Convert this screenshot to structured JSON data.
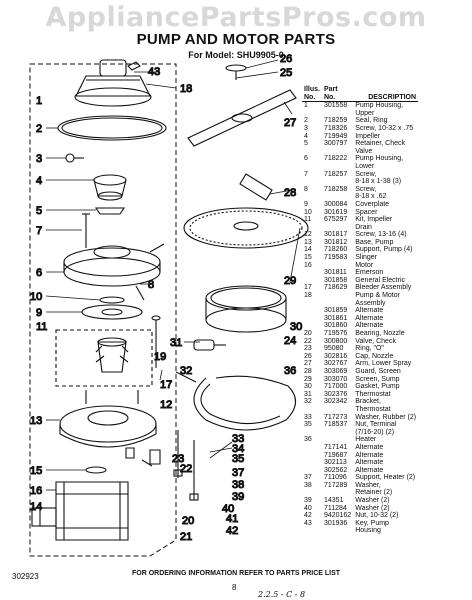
{
  "watermark": "AppliancePartsPros.com",
  "title": "PUMP AND MOTOR PARTS",
  "subtitle": "For Model: SHU9905-0",
  "callouts": [
    "1",
    "2",
    "3",
    "4",
    "5",
    "6",
    "7",
    "8",
    "9",
    "10",
    "11",
    "12",
    "13",
    "14",
    "15",
    "16",
    "17",
    "18",
    "19",
    "20",
    "21",
    "22",
    "23",
    "24",
    "25",
    "26",
    "27",
    "28",
    "29",
    "30",
    "31",
    "32",
    "33",
    "34",
    "35",
    "36",
    "37",
    "38",
    "39",
    "40",
    "41",
    "42",
    "43"
  ],
  "table": {
    "header": {
      "illus": "Illus.",
      "no": "No.",
      "part": "Part",
      "part_no": "No.",
      "desc": "DESCRIPTION"
    },
    "rows": [
      {
        "illus": "1",
        "part": "301558",
        "desc": "Pump Housing,"
      },
      {
        "illus": "",
        "part": "",
        "desc": "Upper"
      },
      {
        "illus": "2",
        "part": "718259",
        "desc": "Seal, Ring"
      },
      {
        "illus": "3",
        "part": "718326",
        "desc": "Screw, 10-32 x .75"
      },
      {
        "illus": "4",
        "part": "719949",
        "desc": "Impeller"
      },
      {
        "illus": "5",
        "part": "300797",
        "desc": "Retainer, Check"
      },
      {
        "illus": "",
        "part": "",
        "desc": "Valve"
      },
      {
        "illus": "6",
        "part": "718222",
        "desc": "Pump Housing,"
      },
      {
        "illus": "",
        "part": "",
        "desc": "Lower"
      },
      {
        "illus": "7",
        "part": "718257",
        "desc": "Screw,"
      },
      {
        "illus": "",
        "part": "",
        "desc": "8-18 x 1-38 (3)"
      },
      {
        "illus": "8",
        "part": "718258",
        "desc": "Screw,"
      },
      {
        "illus": "",
        "part": "",
        "desc": "8-18 x .62"
      },
      {
        "illus": "9",
        "part": "300084",
        "desc": "Coverplate"
      },
      {
        "illus": "10",
        "part": "301619",
        "desc": "Spacer"
      },
      {
        "illus": "11",
        "part": "675297",
        "desc": "Kit, Impeller"
      },
      {
        "illus": "",
        "part": "",
        "desc": "Drain"
      },
      {
        "illus": "12",
        "part": "301817",
        "desc": "Screw, 13-16 (4)"
      },
      {
        "illus": "13",
        "part": "301812",
        "desc": "Base, Pump"
      },
      {
        "illus": "14",
        "part": "718260",
        "desc": "Support, Pump (4)"
      },
      {
        "illus": "15",
        "part": "719583",
        "desc": "Slinger"
      },
      {
        "illus": "16",
        "part": "",
        "desc": "Motor"
      },
      {
        "illus": "",
        "part": "301811",
        "desc": "Emerson"
      },
      {
        "illus": "",
        "part": "301858",
        "desc": "General Electric"
      },
      {
        "illus": "17",
        "part": "718629",
        "desc": "Bleeder Assembly"
      },
      {
        "illus": "18",
        "part": "",
        "desc": "Pump & Motor"
      },
      {
        "illus": "",
        "part": "",
        "desc": "Assembly"
      },
      {
        "illus": "",
        "part": "301859",
        "desc": "Alternate"
      },
      {
        "illus": "",
        "part": "301861",
        "desc": "Alternate"
      },
      {
        "illus": "",
        "part": "301860",
        "desc": "Alternate"
      },
      {
        "illus": "20",
        "part": "719576",
        "desc": "Bearing, Nozzle"
      },
      {
        "illus": "22",
        "part": "300800",
        "desc": "Valve, Check"
      },
      {
        "illus": "23",
        "part": "95080",
        "desc": "Ring, \"O\""
      },
      {
        "illus": "26",
        "part": "302816",
        "desc": "Cap, Nozzle"
      },
      {
        "illus": "27",
        "part": "302767",
        "desc": "Arm, Lower Spray"
      },
      {
        "illus": "28",
        "part": "303069",
        "desc": "Guard, Screen"
      },
      {
        "illus": "29",
        "part": "303070",
        "desc": "Screen, Sump"
      },
      {
        "illus": "30",
        "part": "717000",
        "desc": "Gasket, Pump"
      },
      {
        "illus": "31",
        "part": "302376",
        "desc": "Thermostat"
      },
      {
        "illus": "32",
        "part": "302342",
        "desc": "Bracket,"
      },
      {
        "illus": "",
        "part": "",
        "desc": "Thermostat"
      },
      {
        "illus": "33",
        "part": "717273",
        "desc": "Washer, Rubber (2)"
      },
      {
        "illus": "35",
        "part": "718537",
        "desc": "Nut, Terminal"
      },
      {
        "illus": "",
        "part": "",
        "desc": "(7/16-20) (2)"
      },
      {
        "illus": "36",
        "part": "",
        "desc": "Heater"
      },
      {
        "illus": "",
        "part": "717141",
        "desc": "Alternate"
      },
      {
        "illus": "",
        "part": "719687",
        "desc": "Alternate"
      },
      {
        "illus": "",
        "part": "302113",
        "desc": "Alternate"
      },
      {
        "illus": "",
        "part": "302562",
        "desc": "Alternate"
      },
      {
        "illus": "37",
        "part": "711096",
        "desc": "Support, Heater (2)"
      },
      {
        "illus": "38",
        "part": "717289",
        "desc": "Washer,"
      },
      {
        "illus": "",
        "part": "",
        "desc": "Retainer (2)"
      },
      {
        "illus": "39",
        "part": "14351",
        "desc": "Washer (2)"
      },
      {
        "illus": "40",
        "part": "711284",
        "desc": "Washer (2)"
      },
      {
        "illus": "42",
        "part": "9420162",
        "desc": "Nut, 10-32 (2)"
      },
      {
        "illus": "43",
        "part": "301936",
        "desc": "Key, Pump"
      },
      {
        "illus": "",
        "part": "",
        "desc": "Housing"
      }
    ]
  },
  "footer_note": "FOR ORDERING INFORMATION REFER TO PARTS PRICE LIST",
  "code": "302923",
  "page_number": "8",
  "handwritten_note": "2.2.5 - C - 8"
}
